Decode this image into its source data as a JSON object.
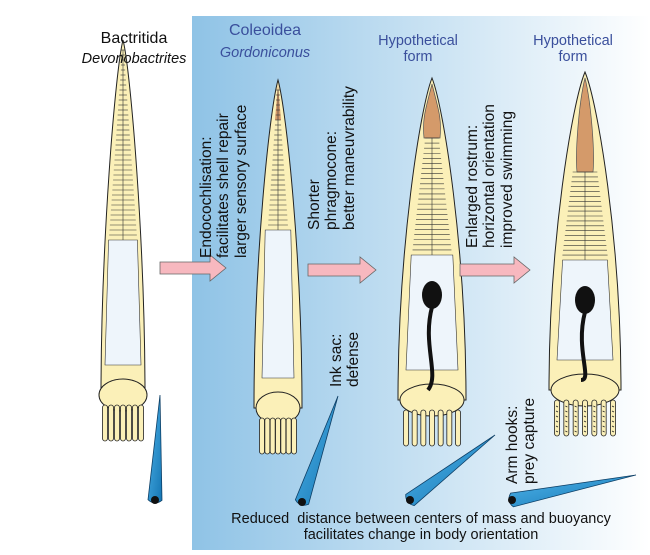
{
  "columns": [
    {
      "group": "Bactritida",
      "genus": "Devonobactrites"
    },
    {
      "group": "Coleoidea",
      "genus": "Gordoniconus"
    },
    {
      "group": "Hypothetical\nform"
    },
    {
      "group": "Hypothetical\nform"
    }
  ],
  "annotations": {
    "endocochleation": "Endocochlisation:\nfacilitates shell repair\nlarger sensory surface",
    "phragmocone": "Shorter\nphragmocone:\nbetter maneuvrability",
    "ink_sac": "Ink sac:\ndefense",
    "rostrum": "Enlarged rostrum:\nhorizontal orientation\nimproved swimming",
    "arm_hooks": "Arm hooks:\nprey capture"
  },
  "caption": "Reduced  distance between centers of mass and buoyancy\nfacilitates change in body orientation",
  "colors": {
    "panel_gradient_start": "#8fc3e6",
    "panel_gradient_end": "#ffffff",
    "shell_fill": "#fbf0b8",
    "living_chamber": "#eef5fb",
    "rostrum": "#d49a6a",
    "ink_sac": "#111111",
    "arrow": "#f7b8bf",
    "blue_label": "#3a4f9c",
    "mass_marker": "#1a8fd0"
  }
}
